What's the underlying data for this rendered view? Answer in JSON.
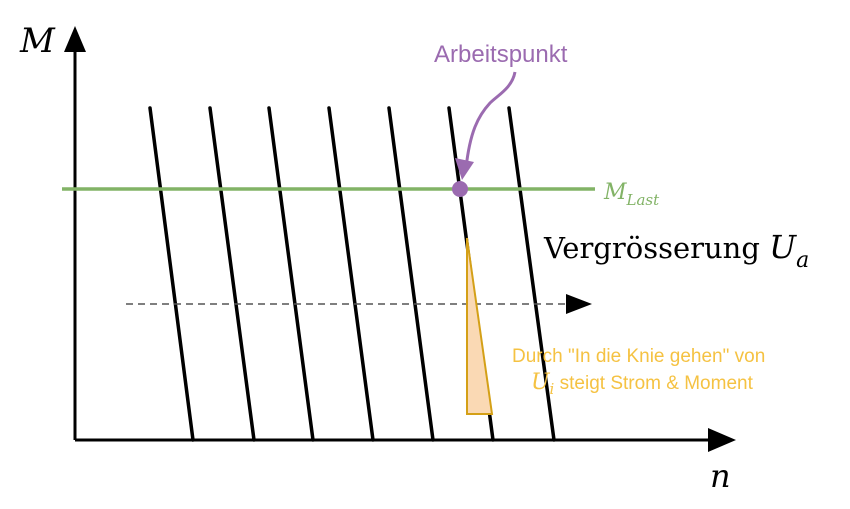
{
  "axes": {
    "y_label": "M",
    "x_label": "n"
  },
  "load_line": {
    "label_main": "M",
    "label_sub": "Last",
    "color": "#82b366"
  },
  "operating_point": {
    "label": "Arbeitspunkt",
    "color": "#9b6bb0"
  },
  "increase_label": {
    "text": "Vergrösserung ",
    "symbol": "U",
    "symbol_sub": "a"
  },
  "annotation": {
    "line1": "Durch \"In die Knie gehen\" von",
    "symbol": "U",
    "symbol_sub": "i",
    "line2_rest": " steigt Strom & Moment",
    "color": "#f5c242",
    "triangle_fill": "#fad9b4",
    "triangle_stroke": "#d4a017"
  },
  "curves": {
    "count": 7,
    "color": "#000000"
  },
  "arrow": {
    "style": "dashed",
    "color": "#555555"
  }
}
